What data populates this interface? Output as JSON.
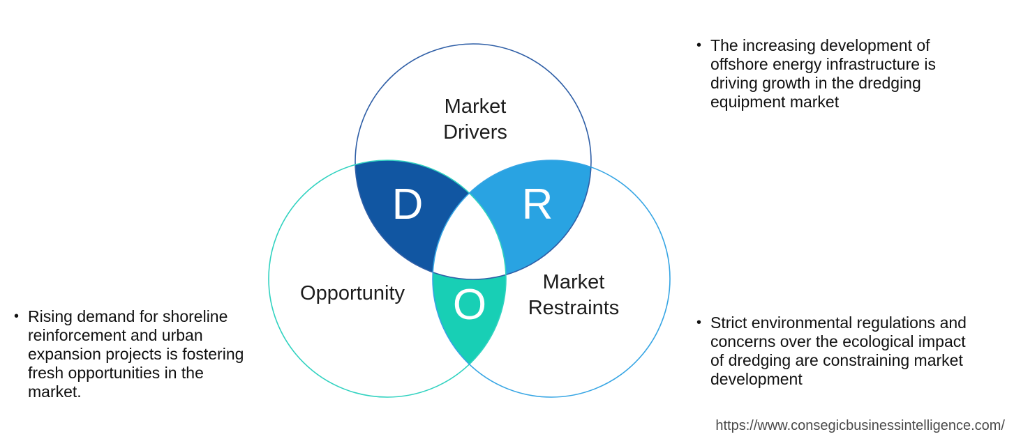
{
  "venn": {
    "drivers": {
      "label": "Market\nDrivers",
      "letter": "D",
      "circle_stroke": "#2E5EA6",
      "overlap_fill": "#1156A2"
    },
    "opportunity": {
      "label": "Opportunity",
      "letter": "O",
      "circle_stroke": "#30D2C0",
      "overlap_fill": "#18CFB5"
    },
    "restraints": {
      "label": "Market\nRestraints",
      "letter": "R",
      "circle_stroke": "#36A5E4",
      "overlap_fill": "#29A3E2"
    },
    "center_fill": "#FFFFFF"
  },
  "bullets": {
    "drivers": {
      "glyph": "•",
      "text": "The increasing development of\noffshore energy infrastructure is\ndriving growth in the dredging\nequipment market"
    },
    "opportunity": {
      "glyph": "•",
      "text": "Rising demand for shoreline\nreinforcement and urban\nexpansion projects is fostering\nfresh opportunities in the\nmarket."
    },
    "restraints": {
      "glyph": "•",
      "text": "Strict environmental regulations and\nconcerns over the ecological impact\nof dredging are constraining market\ndevelopment"
    }
  },
  "footer": {
    "url": "https://www.consegicbusinessintelligence.com/"
  }
}
